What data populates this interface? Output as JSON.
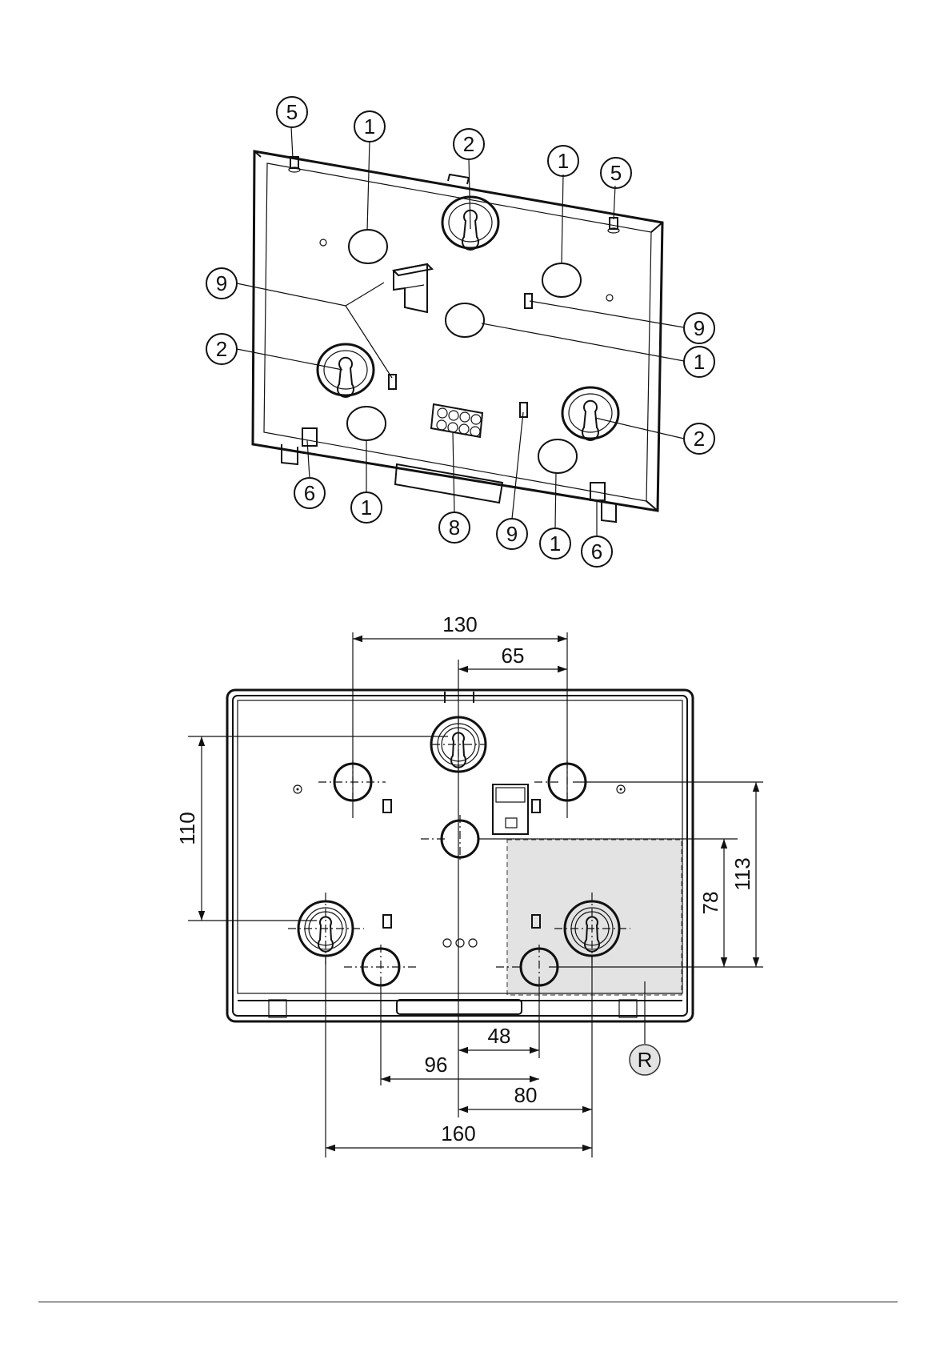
{
  "callouts": [
    "5",
    "1",
    "2",
    "1",
    "5",
    "9",
    "9",
    "1",
    "2",
    "2",
    "6",
    "1",
    "8",
    "9",
    "1",
    "6"
  ],
  "dimensions": {
    "d130": "130",
    "d65": "65",
    "d110": "110",
    "d113": "113",
    "d78": "78",
    "d48": "48",
    "d96": "96",
    "d80": "80",
    "d160": "160"
  },
  "region_label": "R",
  "colors": {
    "line": "#111111",
    "region_fill": "#e3e3e3",
    "background": "#ffffff"
  }
}
